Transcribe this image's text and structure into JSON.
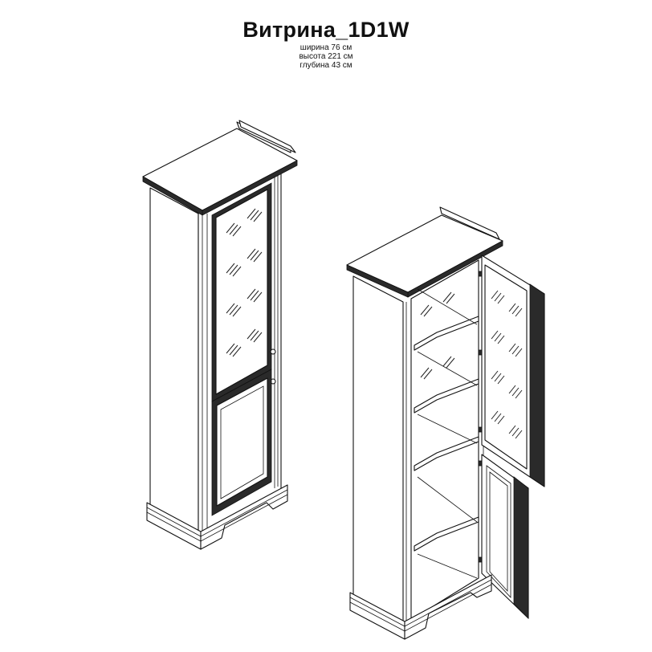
{
  "title": "Витрина_1D1W",
  "dimensions": {
    "width": "ширина 76 см",
    "height": "высота 221 см",
    "depth": "глубина 43 см"
  }
}
